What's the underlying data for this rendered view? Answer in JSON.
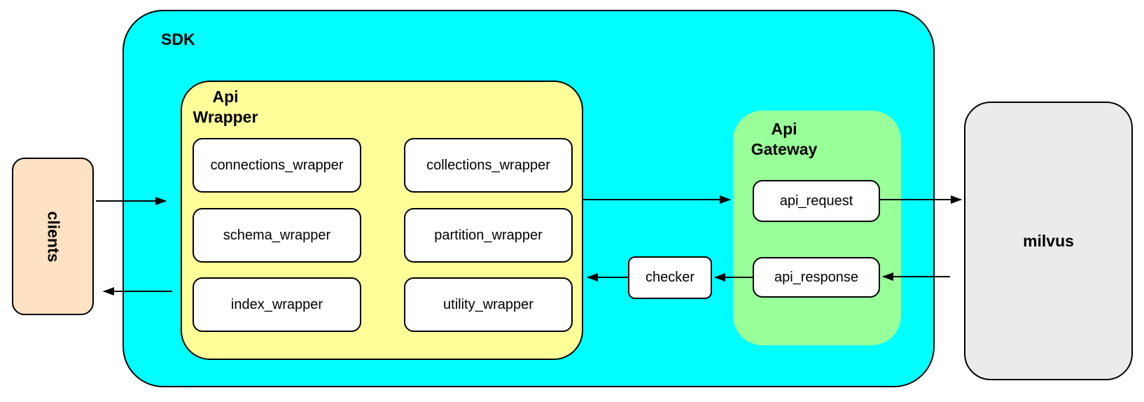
{
  "canvas": {
    "background": "#ffffff"
  },
  "nodes": {
    "clients": {
      "label": "clients",
      "fill": "#ffe1c4"
    },
    "sdk": {
      "label": "SDK",
      "fill": "#00ffff"
    },
    "api_wrapper": {
      "label": "Api\nWrapper",
      "fill": "#ffff99"
    },
    "wrappers": [
      {
        "label": "connections_wrapper"
      },
      {
        "label": "collections_wrapper"
      },
      {
        "label": "schema_wrapper"
      },
      {
        "label": "partition_wrapper"
      },
      {
        "label": "index_wrapper"
      },
      {
        "label": "utility_wrapper"
      }
    ],
    "checker": {
      "label": "checker",
      "fill": "#ffffff"
    },
    "api_gateway": {
      "label": "Api\nGateway",
      "fill": "#99ff99"
    },
    "api_request": {
      "label": "api_request",
      "fill": "#ffffff"
    },
    "api_response": {
      "label": "api_response",
      "fill": "#ffffff"
    },
    "milvus": {
      "label": "milvus",
      "fill": "#ebebeb"
    }
  },
  "edges": [
    {
      "from": "clients",
      "to": "api_wrapper"
    },
    {
      "from": "api_wrapper",
      "to": "clients"
    },
    {
      "from": "api_wrapper",
      "to": "api_gateway"
    },
    {
      "from": "api_request",
      "to": "milvus"
    },
    {
      "from": "milvus",
      "to": "api_response"
    },
    {
      "from": "api_response",
      "to": "checker"
    },
    {
      "from": "checker",
      "to": "api_wrapper"
    }
  ],
  "edge_color": "#000000",
  "border_color": "#000000"
}
